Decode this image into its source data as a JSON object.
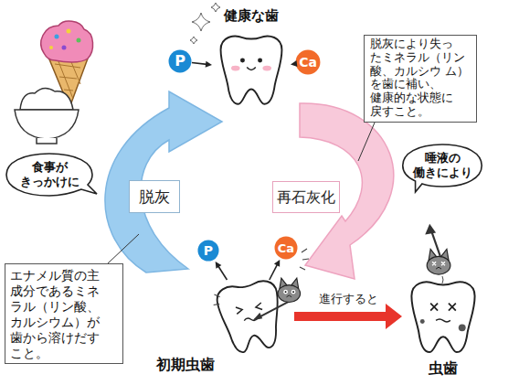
{
  "diagram": {
    "nodes": [
      {
        "text": [
          "P"
        ]
      },
      {
        "text": [
          "健康な歯"
        ]
      },
      {
        "text": [
          "Ca"
        ]
      },
      {
        "text": [
          "脱灰により失っ たミネラル（リン 酸、カルシウ ム）を歯に補い、 健康的な状態に 戻すこと。"
        ]
      },
      {
        "text": [
          "食事が きっかけに"
        ]
      },
      {
        "text": [
          "脱灰"
        ]
      },
      {
        "text": [
          "再石灰化"
        ]
      },
      {
        "text": [
          "唾液の 働きにより"
        ]
      },
      {
        "text": [
          "P"
        ]
      },
      {
        "text": [
          "Ca"
        ]
      },
      {
        "text": [
          "エナメル質の主 成分であるミネ ラル（リン酸、 カルシウム）が 歯から溶けだす こと。"
        ]
      },
      {
        "text": [
          "初期虫歯"
        ]
      },
      {
        "text": [
          "虫歯"
        ]
      }
    ],
    "edges": [
      {
        "from": 0,
        "to": 1,
        "arrow": "to"
      },
      {
        "from": 2,
        "to": 1,
        "arrow": "to"
      },
      {
        "from": 11,
        "to": 8,
        "arrow": "to"
      },
      {
        "from": 11,
        "to": 9,
        "arrow": "to"
      },
      {
        "from": 11,
        "to": 12,
        "arrow": "to",
        "label": "進行すると"
      }
    ]
  }
}
